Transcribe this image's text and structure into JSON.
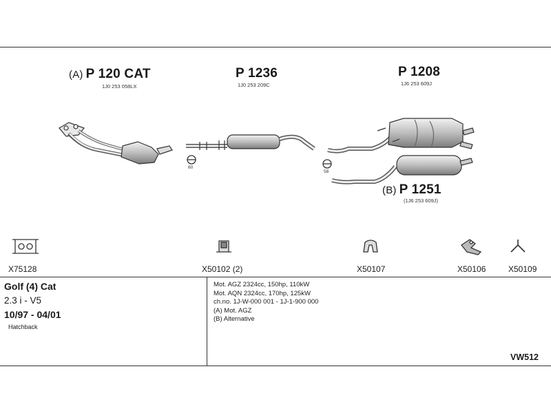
{
  "parts": [
    {
      "prefix": "(A)",
      "code": "P 120 CAT",
      "ref": "1J0 253 058LX"
    },
    {
      "prefix": "",
      "code": "P 1236",
      "ref": "1J0 253 209C"
    },
    {
      "prefix": "",
      "code": "P 1208",
      "ref": "1J6 253 609J"
    },
    {
      "prefix": "(B)",
      "code": "P 1251",
      "ref": "(1J6 253 609J)"
    }
  ],
  "clamp_sizes": [
    "60",
    "58"
  ],
  "accessories": [
    "X75128",
    "X50102 (2)",
    "X50107",
    "X50106",
    "X50109"
  ],
  "vehicle": {
    "name": "Golf (4) Cat",
    "engine": "2.3 i - V5",
    "dates": "10/97 - 04/01",
    "body": "Hatchback"
  },
  "specs": [
    "Mot. AGZ 2324cc, 150hp, 110kW",
    "Mot. AQN 2324cc, 170hp, 125kW",
    "ch.no. 1J-W-000 001 - 1J-1-900 000",
    "(A) Mot. AGZ",
    "(B) Alternative"
  ],
  "page_code": "VW512",
  "colors": {
    "line": "#333333",
    "part_fill": "#d9d9d9",
    "part_shade": "#9a9a9a"
  }
}
